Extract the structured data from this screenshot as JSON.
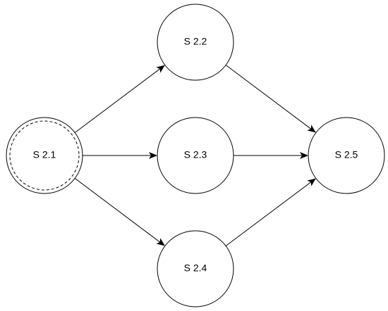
{
  "diagram": {
    "nodes": [
      {
        "id": "s21",
        "label": "S 2.1",
        "initial": true
      },
      {
        "id": "s22",
        "label": "S 2.2",
        "initial": false
      },
      {
        "id": "s23",
        "label": "S 2.3",
        "initial": false
      },
      {
        "id": "s24",
        "label": "S 2.4",
        "initial": false
      },
      {
        "id": "s25",
        "label": "S 2.5",
        "initial": false
      }
    ],
    "edges": [
      {
        "from": "s21",
        "to": "s22"
      },
      {
        "from": "s21",
        "to": "s23"
      },
      {
        "from": "s21",
        "to": "s24"
      },
      {
        "from": "s22",
        "to": "s25"
      },
      {
        "from": "s23",
        "to": "s25"
      },
      {
        "from": "s24",
        "to": "s25"
      }
    ],
    "colors": {
      "stroke": "#000000",
      "fill": "#ffffff",
      "background": "#ffffff"
    }
  }
}
